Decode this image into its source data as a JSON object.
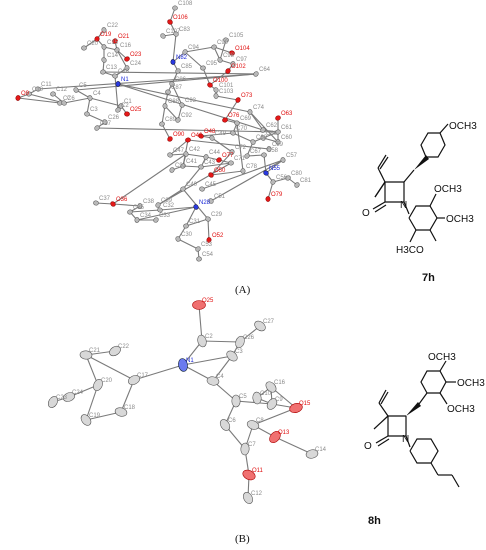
{
  "panel_a": {
    "caption": "(A)",
    "atom_labels": [
      "C108",
      "O106",
      "C22",
      "O19",
      "O21",
      "C20",
      "C83",
      "C15",
      "C16",
      "O23",
      "C105",
      "C107",
      "N82",
      "C94",
      "C99",
      "O104",
      "C14",
      "C24",
      "O102",
      "C13",
      "C18",
      "C98",
      "C97",
      "C64",
      "C10",
      "C11",
      "C5",
      "N1",
      "C85",
      "C95",
      "O100",
      "C101",
      "O9",
      "C7",
      "C12",
      "C6",
      "C4",
      "C1",
      "C2",
      "O25",
      "C86",
      "C103",
      "O73",
      "O63",
      "C87",
      "C93",
      "C74",
      "C62",
      "C61",
      "C3",
      "C26",
      "C88",
      "C92",
      "O76",
      "C69",
      "C66",
      "C60",
      "C27",
      "C89",
      "C70",
      "C68",
      "C59",
      "O90",
      "O46",
      "O48",
      "C49",
      "C72",
      "C67",
      "C58",
      "C47",
      "C42",
      "C44",
      "O77",
      "C71",
      "N55",
      "C57",
      "C91",
      "C41",
      "C43",
      "O50",
      "C78",
      "C56",
      "C80",
      "C37",
      "O36",
      "C38",
      "C39",
      "C40",
      "C45",
      "C51",
      "O79",
      "C81",
      "C35",
      "C32",
      "N28",
      "C34",
      "C33",
      "C31",
      "C29",
      "C30",
      "O52",
      "C53",
      "C54"
    ],
    "compound_label": "7h",
    "group_labels": [
      "OCH3",
      "OCH3",
      "OCH3",
      "H3CO",
      "O",
      "N"
    ]
  },
  "panel_b": {
    "caption": "(B)",
    "atom_labels": [
      "O25",
      "C27",
      "C2",
      "C26",
      "C22",
      "C21",
      "C3",
      "N1",
      "C20",
      "C17",
      "C4",
      "C16",
      "C10",
      "C23",
      "C24",
      "C18",
      "C19",
      "C5",
      "C9",
      "O15",
      "C8",
      "C6",
      "C7",
      "O13",
      "C14",
      "O11",
      "C12"
    ],
    "compound_label": "8h",
    "group_labels": [
      "OCH3",
      "OCH3",
      "OCH3",
      "O",
      "N"
    ]
  }
}
